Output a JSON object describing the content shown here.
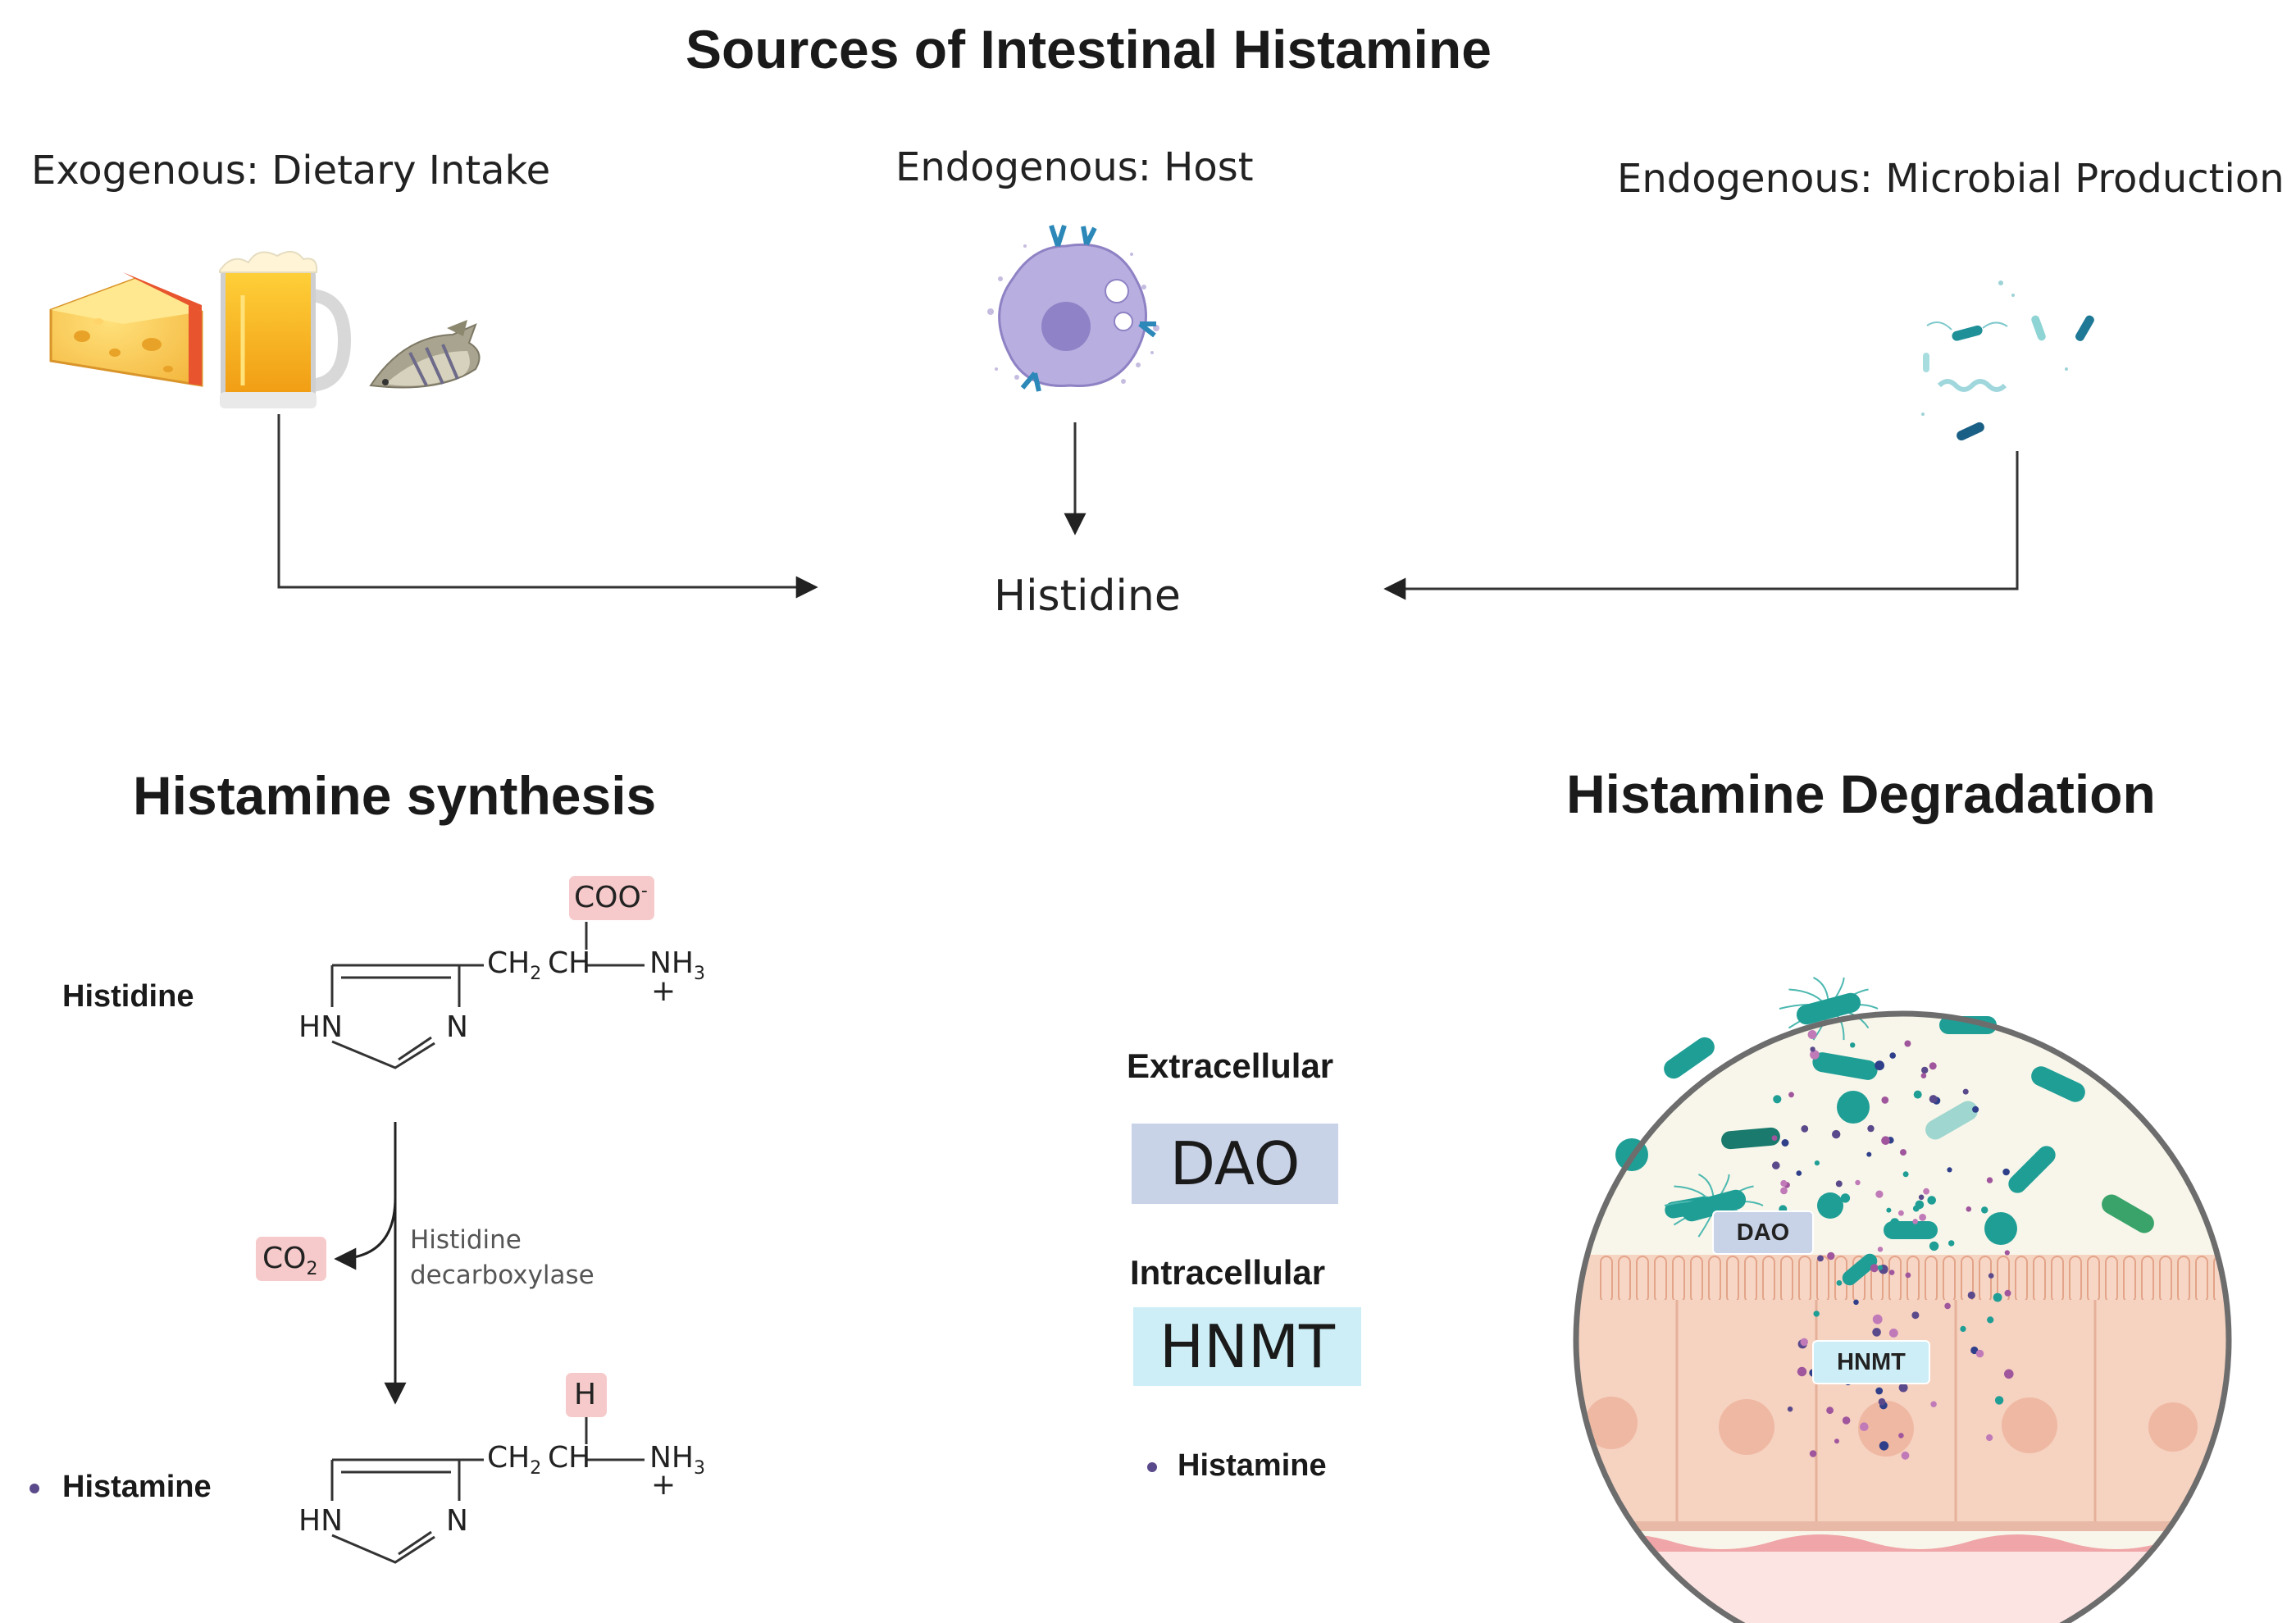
{
  "title": "Sources of Intestinal Histamine",
  "sources": {
    "exogenous": "Exogenous: Dietary Intake",
    "host": "Endogenous: Host",
    "microbial": "Endogenous: Microbial Production"
  },
  "center_label": "Histidine",
  "synthesis": {
    "heading": "Histamine synthesis",
    "histidine_label": "Histidine",
    "histamine_label": "Histamine",
    "coo": "COO",
    "coo_charge": "-",
    "h": "H",
    "co2": "CO",
    "co2_sub": "2",
    "enzyme_line1": "Histidine",
    "enzyme_line2": "decarboxylase",
    "ch2": "CH",
    "ch2_sub": "2",
    "ch": "CH",
    "nh3": "NH",
    "nh3_sub": "3",
    "plus": "+",
    "hn": "HN",
    "n": "N"
  },
  "degradation": {
    "heading": "Histamine Degradation",
    "extracellular": "Extracellular",
    "intracellular": "Intracellular",
    "dao": "DAO",
    "hnmt": "HNMT",
    "legend_histamine": "Histamine",
    "inset_dao": "DAO",
    "inset_hnmt": "HNMT"
  },
  "colors": {
    "dao_box": "#c9d3e8",
    "hnmt_box": "#cdeef6",
    "highlight": "#f6caca",
    "bacteria_teal": "#1f9e96",
    "tissue": "#f6d2c0",
    "histamine_dot": "#5b4a8b"
  }
}
